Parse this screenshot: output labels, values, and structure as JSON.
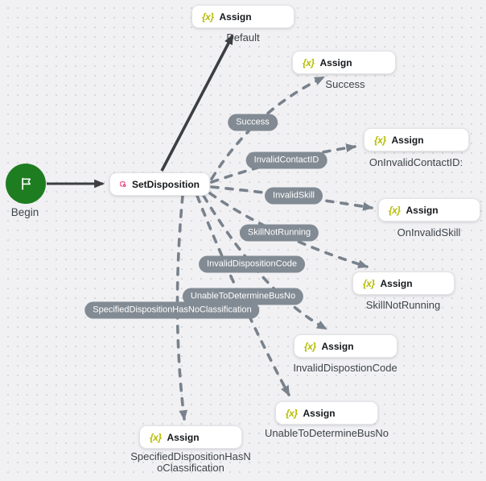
{
  "palette": {
    "canvas_bg": "#f1f1f3",
    "grid_dot": "#d7d8db",
    "assign_icon_color": "#b5bc00",
    "disposition_icon_color": "#ec135f",
    "begin_green": "#1e7d20",
    "wire_dashed": "#79828c",
    "wire_solid": "#3b3e42",
    "pill_bg": "#828b94"
  },
  "icons": {
    "assign_glyph": "{x}",
    "begin": "flag-icon",
    "set_disposition": "checklist-check-icon"
  },
  "nodes": [
    {
      "id": "begin",
      "type": "start",
      "label": "Begin"
    },
    {
      "id": "setDisposition",
      "type": "action",
      "title": "SetDisposition"
    },
    {
      "id": "assignDefault",
      "type": "assign",
      "title": "Assign",
      "caption": "Default"
    },
    {
      "id": "assignSuccess",
      "type": "assign",
      "title": "Assign",
      "caption": "Success"
    },
    {
      "id": "assignOnInvalidContactID",
      "type": "assign",
      "title": "Assign",
      "caption": "OnInvalidContactID:"
    },
    {
      "id": "assignOnInvalidSkill",
      "type": "assign",
      "title": "Assign",
      "caption": "OnInvalidSkill"
    },
    {
      "id": "assignSkillNotRunning",
      "type": "assign",
      "title": "Assign",
      "caption": "SkillNotRunning"
    },
    {
      "id": "assignInvalidDispostionCode",
      "type": "assign",
      "title": "Assign",
      "caption": "InvalidDispostionCode"
    },
    {
      "id": "assignUnableToDetermineBusNo",
      "type": "assign",
      "title": "Assign",
      "caption": "UnableToDetermineBusNo"
    },
    {
      "id": "assignSpecifiedDisposition",
      "type": "assign",
      "title": "Assign",
      "caption": "SpecifiedDispositionHasNoClassification"
    }
  ],
  "connections": [
    {
      "from": "begin",
      "to": "setDisposition",
      "style": "solid",
      "label": ""
    },
    {
      "from": "setDisposition",
      "to": "assignDefault",
      "style": "solid",
      "label": ""
    },
    {
      "from": "setDisposition",
      "to": "assignSuccess",
      "style": "dashed",
      "label": "Success"
    },
    {
      "from": "setDisposition",
      "to": "assignOnInvalidContactID",
      "style": "dashed",
      "label": "InvalidContactID"
    },
    {
      "from": "setDisposition",
      "to": "assignOnInvalidSkill",
      "style": "dashed",
      "label": "InvalidSkill"
    },
    {
      "from": "setDisposition",
      "to": "assignSkillNotRunning",
      "style": "dashed",
      "label": "SkillNotRunning"
    },
    {
      "from": "setDisposition",
      "to": "assignInvalidDispostionCode",
      "style": "dashed",
      "label": "InvalidDispositionCode"
    },
    {
      "from": "setDisposition",
      "to": "assignUnableToDetermineBusNo",
      "style": "dashed",
      "label": "UnableToDetermineBusNo"
    },
    {
      "from": "setDisposition",
      "to": "assignSpecifiedDisposition",
      "style": "dashed",
      "label": "SpecifiedDispositionHasNoClassification"
    }
  ]
}
